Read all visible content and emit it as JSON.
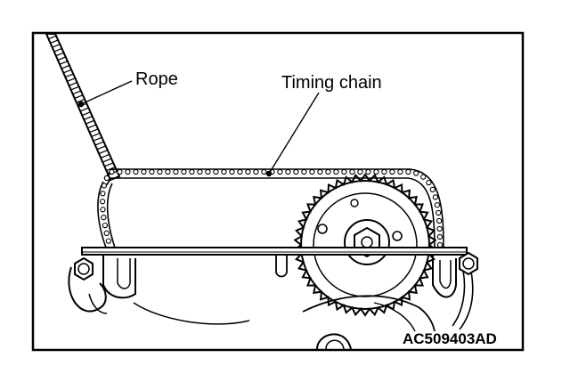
{
  "labels": {
    "rope": "Rope",
    "timing_chain": "Timing chain"
  },
  "figure_code": "AC509403AD",
  "colors": {
    "ink": "#000000",
    "paper": "#ffffff"
  }
}
